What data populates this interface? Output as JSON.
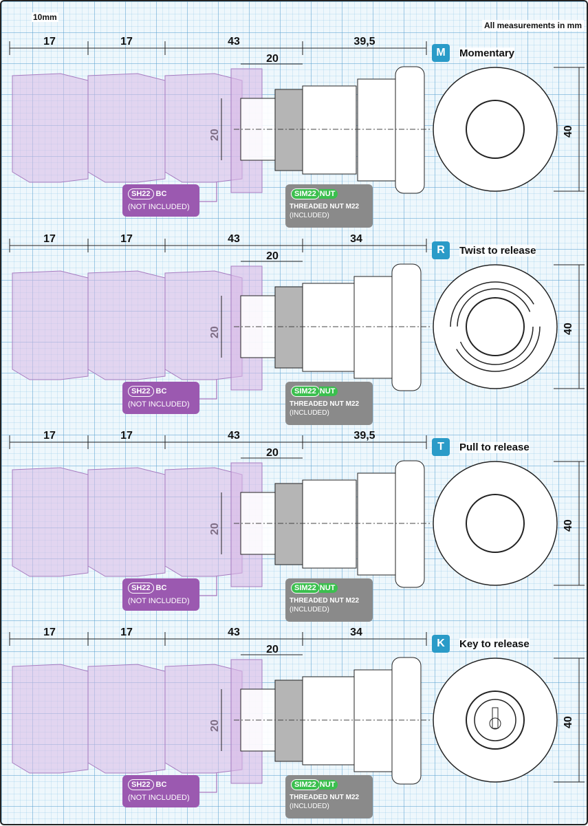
{
  "scale_label": "10mm",
  "note": "All measurements in mm",
  "colors": {
    "accent": "#2a9bc8",
    "bc_label": "#9b59b0",
    "nut_label": "#8a8a8a",
    "nut_pill": "#3bbf4e",
    "block_fill": "#d8b9e6"
  },
  "labels": {
    "bc_code": "SH22",
    "bc_suffix": "BC",
    "bc_sub": "(NOT INCLUDED)",
    "nut_code": "SIM22",
    "nut_suffix": "NUT",
    "nut_line1": "THREADED NUT M22",
    "nut_line2": "(INCLUDED)"
  },
  "dims_common": {
    "block1": "17",
    "block2": "17",
    "block3": "43",
    "flange": "20",
    "body_height": "20",
    "diameter": "40"
  },
  "variants": [
    {
      "code": "M",
      "title": "Momentary",
      "head_length": "39,5",
      "style": "mushroom"
    },
    {
      "code": "R",
      "title": "Twist to release",
      "head_length": "34",
      "style": "twist"
    },
    {
      "code": "T",
      "title": "Pull to release",
      "head_length": "39,5",
      "style": "mushroom"
    },
    {
      "code": "K",
      "title": "Key to release",
      "head_length": "34",
      "style": "key"
    }
  ]
}
